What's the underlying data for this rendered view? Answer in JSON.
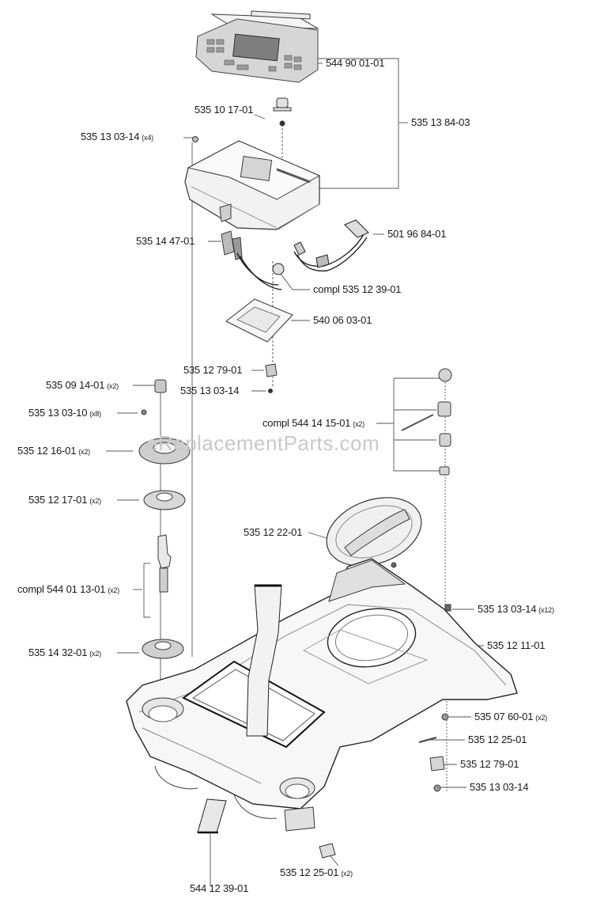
{
  "watermark": "eReplacementParts.com",
  "callouts": [
    {
      "id": "c-544900101",
      "part": "544 90 01-01",
      "qty": ""
    },
    {
      "id": "c-535101701",
      "part": "535 10 17-01",
      "qty": ""
    },
    {
      "id": "c-535138403",
      "part": "535 13 84-03",
      "qty": ""
    },
    {
      "id": "c-535130314-a",
      "part": "535 13 03-14",
      "qty": "(x4)"
    },
    {
      "id": "c-501968401",
      "part": "501 96 84-01",
      "qty": ""
    },
    {
      "id": "c-535144701",
      "part": "535 14 47-01",
      "qty": ""
    },
    {
      "id": "c-535123901",
      "part": "compl 535 12 39-01",
      "qty": ""
    },
    {
      "id": "c-540060301",
      "part": "540 06 03-01",
      "qty": ""
    },
    {
      "id": "c-535127901-a",
      "part": "535 12 79-01",
      "qty": ""
    },
    {
      "id": "c-535091401",
      "part": "535 09 14-01",
      "qty": "(x2)"
    },
    {
      "id": "c-535130314-b",
      "part": "535 13 03-14",
      "qty": ""
    },
    {
      "id": "c-535130310",
      "part": "535 13 03-10",
      "qty": "(x8)"
    },
    {
      "id": "c-544141501",
      "part": "compl 544 14 15-01",
      "qty": "(x2)"
    },
    {
      "id": "c-535121601",
      "part": "535 12 16-01",
      "qty": "(x2)"
    },
    {
      "id": "c-535121701",
      "part": "535 12 17-01",
      "qty": "(x2)"
    },
    {
      "id": "c-535122201",
      "part": "535 12 22-01",
      "qty": ""
    },
    {
      "id": "c-544011301",
      "part": "compl 544 01 13-01",
      "qty": "(x2)"
    },
    {
      "id": "c-535130314-c",
      "part": "535 13 03-14",
      "qty": "(x12)"
    },
    {
      "id": "c-535143201",
      "part": "535 14 32-01",
      "qty": "(x2)"
    },
    {
      "id": "c-535121101",
      "part": "535 12 11-01",
      "qty": ""
    },
    {
      "id": "c-535076001",
      "part": "535 07 60-01",
      "qty": "(x2)"
    },
    {
      "id": "c-535122501-a",
      "part": "535 12 25-01",
      "qty": ""
    },
    {
      "id": "c-535127901-b",
      "part": "535 12 79-01",
      "qty": ""
    },
    {
      "id": "c-535130314-d",
      "part": "535 13 03-14",
      "qty": ""
    },
    {
      "id": "c-544123901",
      "part": "544 12 39-01",
      "qty": ""
    },
    {
      "id": "c-535122501-b",
      "part": "535 12 25-01",
      "qty": "(x2)"
    }
  ]
}
